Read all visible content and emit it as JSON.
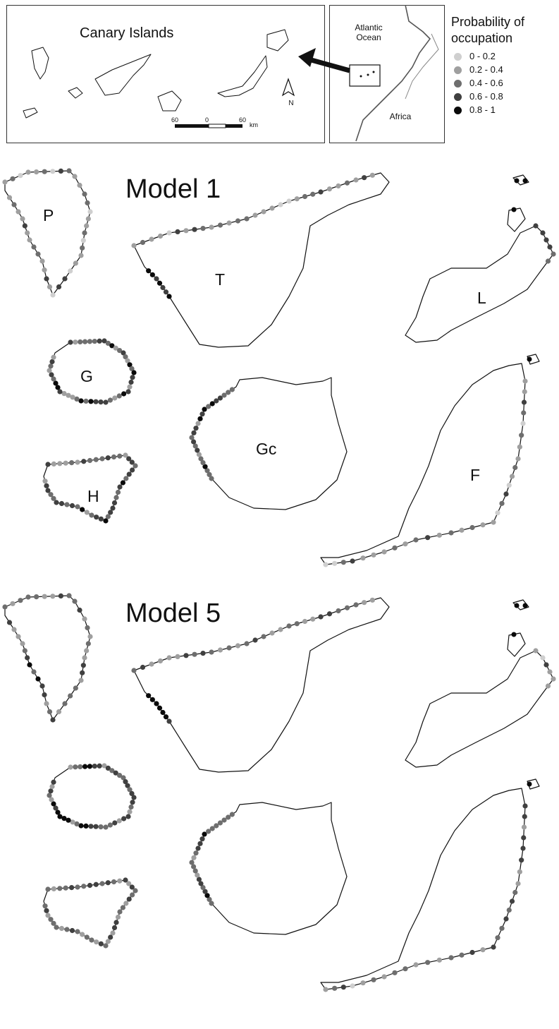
{
  "overview": {
    "title": "Canary Islands",
    "north_label": "N",
    "scale_ticks": [
      "60",
      "0",
      "60"
    ],
    "scale_unit": "km"
  },
  "locator": {
    "ocean_label": "Atlantic Ocean",
    "continent_label": "Africa"
  },
  "legend": {
    "title": "Probability of occupation",
    "items": [
      {
        "label": "0 - 0.2",
        "color": "#cfcfcf"
      },
      {
        "label": "0.2 - 0.4",
        "color": "#9f9f9f"
      },
      {
        "label": "0.4 - 0.6",
        "color": "#6e6e6e"
      },
      {
        "label": "0.6 - 0.8",
        "color": "#404040"
      },
      {
        "label": "0.8 - 1",
        "color": "#0a0a0a"
      }
    ]
  },
  "models": [
    {
      "title": "Model 1",
      "island_labels": [
        "P",
        "T",
        "L",
        "G",
        "Gc",
        "H",
        "F"
      ]
    },
    {
      "title": "Model 5"
    }
  ]
}
